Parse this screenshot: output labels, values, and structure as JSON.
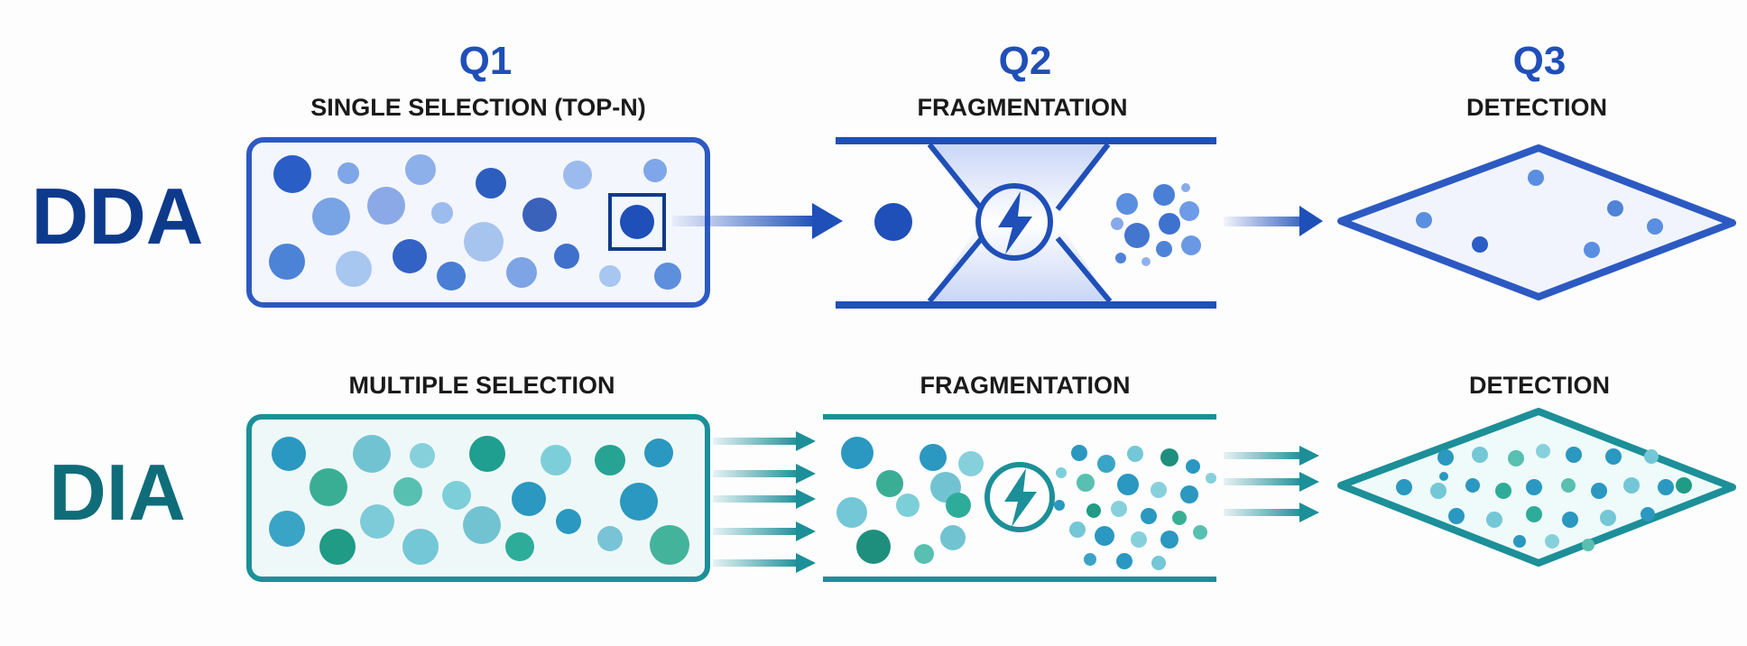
{
  "colors": {
    "background": "#fdfdfe",
    "dda_primary": "#1f4fb8",
    "dda_dark": "#0e3a8c",
    "dia_primary": "#1c8f98",
    "dia_dark": "#0f6d79",
    "title_dark": "#1a1a1a"
  },
  "stages": [
    {
      "id": "q1",
      "label": "Q1"
    },
    {
      "id": "q2",
      "label": "Q2"
    },
    {
      "id": "q3",
      "label": "Q3"
    }
  ],
  "rows": {
    "dda": {
      "label": "DDA",
      "selection_title": "SINGLE SELECTION (TOP-N)",
      "fragmentation_title": "FRAGMENTATION",
      "detection_title": "DETECTION",
      "lightning_icon": "lightning-bolt-icon"
    },
    "dia": {
      "label": "DIA",
      "selection_title": "MULTIPLE SELECTION",
      "fragmentation_title": "FRAGMENTATION",
      "detection_title": "DETECTION",
      "lightning_icon": "lightning-bolt-icon"
    }
  }
}
